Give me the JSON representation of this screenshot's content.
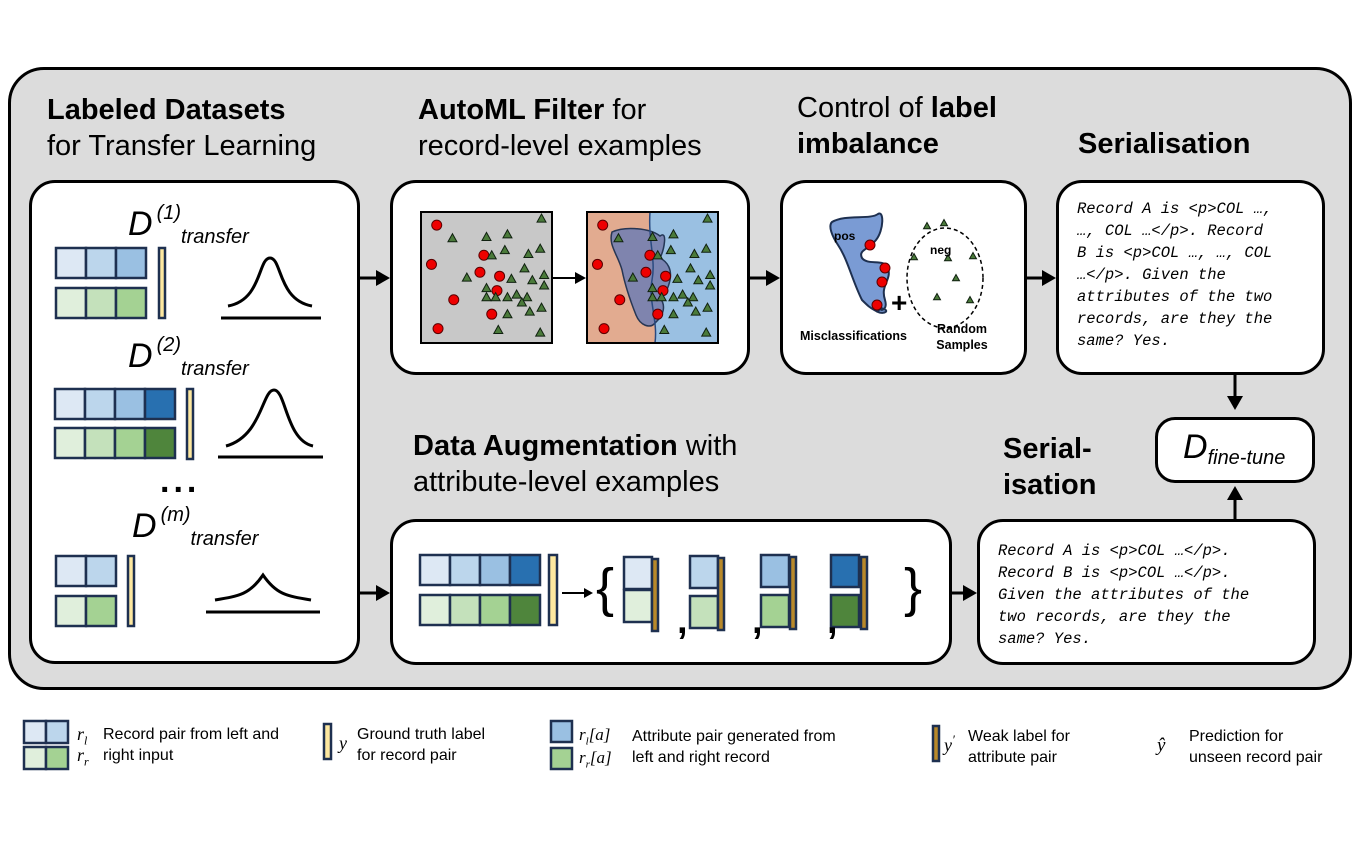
{
  "colors": {
    "panel_bg": "#dcdcdc",
    "blue_shades": [
      "#dde8f4",
      "#bcd6ec",
      "#9ac0e2",
      "#2870b0"
    ],
    "green_shades": [
      "#e0efdc",
      "#c4e1bb",
      "#a4d293",
      "#4f853c"
    ],
    "cell_border": "#1e3050",
    "ground_truth_label": "#fde8a0",
    "weak_label": "#b8892a",
    "positive_point": "#ee0000",
    "negative_point": "#4a7a3a",
    "region_pos": "#e2ab90",
    "region_neg": "#9ac0e2",
    "misclass_region": "#7a82b0"
  },
  "sections": {
    "labeled": {
      "bold": "Labeled Datasets",
      "normal": "for Transfer Learning"
    },
    "automl": {
      "bold": "AutoML Filter",
      "normal1": " for",
      "normal2": "record-level examples"
    },
    "imbalance": {
      "normal": "Control of ",
      "bold1": "label",
      "bold2": "imbalance"
    },
    "serialisation_top": {
      "bold": "Serialisation"
    },
    "augmentation": {
      "bold": "Data Augmentation",
      "normal1": " with",
      "normal2": "attribute-level examples"
    },
    "serialisation_bottom": {
      "bold1": "Serial-",
      "bold2": "isation"
    }
  },
  "datasets": [
    {
      "D": "D",
      "sup": "(1)",
      "sub": "transfer",
      "attributes": 3
    },
    {
      "D": "D",
      "sup": "(2)",
      "sub": "transfer",
      "attributes": 4
    },
    {
      "D": "D",
      "sup": "(m)",
      "sub": "transfer",
      "attributes": 2
    }
  ],
  "ellipsis": "...",
  "imbalance_box": {
    "pos_label": "pos",
    "neg_label": "neg",
    "plus": "+",
    "misclass_label": "Misclassifications",
    "random_label_1": "Random",
    "random_label_2": "Samples"
  },
  "serial_top_text": "Record A is <p>COL …,\n…, COL …</p>. Record\nB is <p>COL …, …, COL\n…</p>. Given the\nattributes of the two\nrecords, are they the\nsame? Yes.",
  "serial_bottom_text": "Record A is <p>COL …</p>.\nRecord B is <p>COL …</p>.\nGiven the attributes of the\ntwo records, are they the\nsame? Yes.",
  "finetune": {
    "D": "D",
    "sub": "fine-tune"
  },
  "augmentation_symbols": {
    "open_brace": "{",
    "close_brace": "}",
    "comma": ","
  },
  "legend": [
    {
      "sym1": "r",
      "sub1": "l",
      "sym2": "r",
      "sub2": "r",
      "text1": "Record pair from left and",
      "text2": "right input"
    },
    {
      "sym": "y",
      "text1": "Ground truth label",
      "text2": "for record pair"
    },
    {
      "sym1": "r",
      "sub1": "l",
      "suffix1": "[a]",
      "sym2": "r",
      "sub2": "r",
      "suffix2": "[a]",
      "text1": "Attribute pair generated from",
      "text2": "left and right record"
    },
    {
      "sym": "y",
      "prime": "′",
      "text1": "Weak label for",
      "text2": "attribute pair"
    },
    {
      "sym": "ŷ",
      "text1": "Prediction for",
      "text2": "unseen record pair"
    }
  ],
  "scatter_before": {
    "circles": [
      [
        0.12,
        0.1
      ],
      [
        0.08,
        0.4
      ],
      [
        0.48,
        0.33
      ],
      [
        0.45,
        0.46
      ],
      [
        0.6,
        0.49
      ],
      [
        0.58,
        0.6
      ],
      [
        0.25,
        0.67
      ],
      [
        0.54,
        0.78
      ],
      [
        0.13,
        0.89
      ]
    ],
    "triangles": [
      [
        0.92,
        0.05
      ],
      [
        0.24,
        0.2
      ],
      [
        0.5,
        0.19
      ],
      [
        0.66,
        0.17
      ],
      [
        0.54,
        0.33
      ],
      [
        0.64,
        0.29
      ],
      [
        0.82,
        0.32
      ],
      [
        0.91,
        0.28
      ],
      [
        0.79,
        0.43
      ],
      [
        0.35,
        0.5
      ],
      [
        0.69,
        0.51
      ],
      [
        0.85,
        0.52
      ],
      [
        0.94,
        0.48
      ],
      [
        0.94,
        0.56
      ],
      [
        0.5,
        0.58
      ],
      [
        0.5,
        0.65
      ],
      [
        0.57,
        0.65
      ],
      [
        0.66,
        0.65
      ],
      [
        0.73,
        0.63
      ],
      [
        0.81,
        0.65
      ],
      [
        0.77,
        0.69
      ],
      [
        0.83,
        0.76
      ],
      [
        0.92,
        0.73
      ],
      [
        0.66,
        0.78
      ],
      [
        0.59,
        0.9
      ],
      [
        0.91,
        0.92
      ]
    ]
  }
}
